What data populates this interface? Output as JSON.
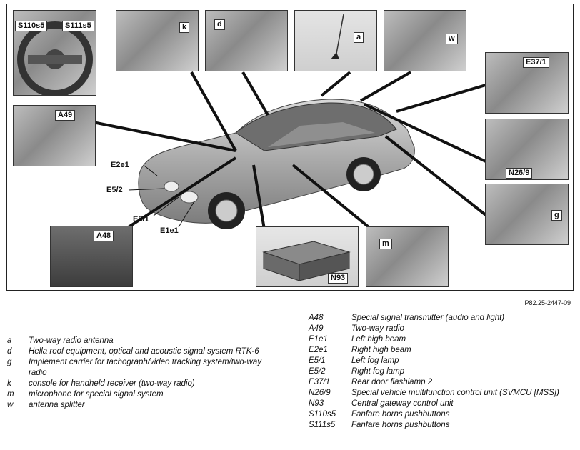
{
  "figure": {
    "reference": "P82.25-2447-09",
    "photo_tags": {
      "s110s5": "S110s5",
      "s111s5": "S111s5",
      "k": "k",
      "d": "d",
      "a": "a",
      "w": "w",
      "e37_1": "E37/1",
      "a49": "A49",
      "n26_9": "N26/9",
      "g": "g",
      "a48": "A48",
      "n93": "N93",
      "m": "m"
    },
    "car_labels": {
      "e2e1": "E2e1",
      "e5_2": "E5/2",
      "e5_1": "E5/1",
      "e1e1": "E1e1"
    }
  },
  "legend_left": [
    {
      "key": "a",
      "text": "Two-way radio antenna"
    },
    {
      "key": "d",
      "text": "Hella roof equipment, optical and acoustic signal system RTK-6"
    },
    {
      "key": "g",
      "text": "Implement carrier for tachograph/video tracking system/two-way radio"
    },
    {
      "key": "k",
      "text": "console for handheld receiver (two-way radio)"
    },
    {
      "key": "m",
      "text": "microphone for special signal system"
    },
    {
      "key": "w",
      "text": "antenna splitter"
    }
  ],
  "legend_right": [
    {
      "key": "A48",
      "text": "Special signal transmitter (audio and light)"
    },
    {
      "key": "A49",
      "text": "Two-way radio"
    },
    {
      "key": "E1e1",
      "text": "Left high beam"
    },
    {
      "key": "E2e1",
      "text": "Right high beam"
    },
    {
      "key": "E5/1",
      "text": "Left fog lamp"
    },
    {
      "key": "E5/2",
      "text": "Right fog lamp"
    },
    {
      "key": "E37/1",
      "text": "Rear door flashlamp 2"
    },
    {
      "key": "N26/9",
      "text": "Special vehicle multifunction control unit (SVMCU [MSS])"
    },
    {
      "key": "N93",
      "text": "Central gateway control unit"
    },
    {
      "key": "S110s5",
      "text": "Fanfare horns pushbuttons"
    },
    {
      "key": "S111s5",
      "text": "Fanfare horns pushbuttons"
    }
  ]
}
